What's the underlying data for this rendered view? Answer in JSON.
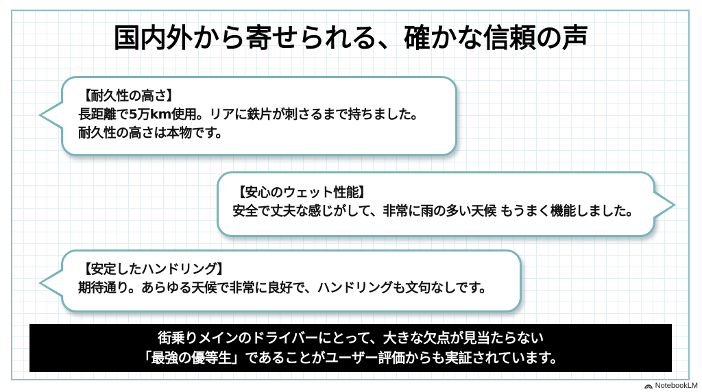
{
  "slide": {
    "title": "国内外から寄せられる、確かな信頼の声",
    "testimonials": [
      {
        "heading": "【耐久性の高さ】",
        "lines": [
          "長距離で5万km使用。リアに鉄片が刺さるまで持ちました。",
          "耐久性の高さは本物です。"
        ],
        "tail_side": "left"
      },
      {
        "heading": "【安心のウェット性能】",
        "lines": [
          "安全で丈夫な感じがして、非常に雨の多い天候 もうまく機能しました。"
        ],
        "tail_side": "right"
      },
      {
        "heading": "【安定したハンドリング】",
        "lines": [
          "期待通り。あらゆる天候で非常に良好で、ハンドリングも文句なしです。"
        ],
        "tail_side": "left"
      }
    ],
    "summary": {
      "line1": "街乗りメインのドライバーにとって、大きな欠点が見当たらない",
      "line2": "「最強の優等生」であることがユーザー評価からも実証されています。"
    },
    "watermark": {
      "icon": "notebooklm-logo-icon",
      "label": "NotebookLM"
    },
    "colors": {
      "bubble_border": "#78b4bc",
      "frame_border": "#8cc0c6",
      "grid": "#e4eef0",
      "summary_bg": "#000000",
      "summary_text": "#ffffff"
    }
  }
}
